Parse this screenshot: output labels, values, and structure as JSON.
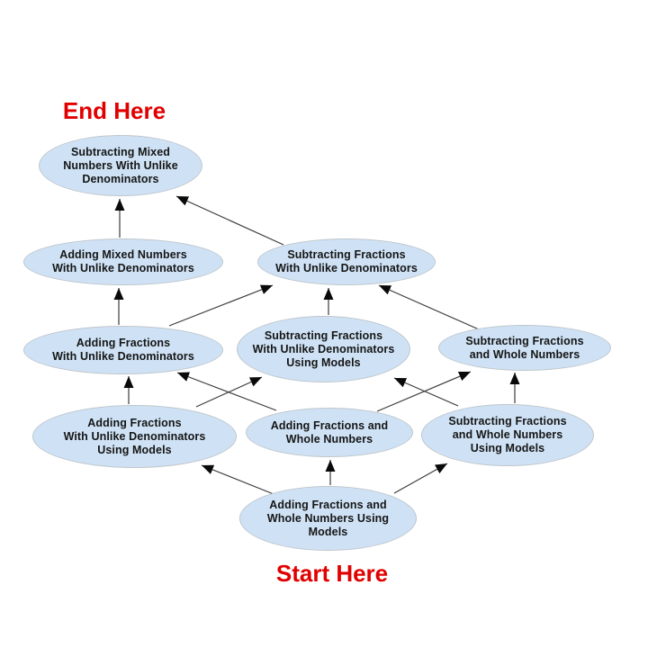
{
  "diagram": {
    "title_implicit": "Fractions skills learning progression",
    "end_label": "End Here",
    "start_label": "Start Here",
    "accent_color": "#e10000",
    "node_fill_color": "#cfe2f5",
    "node_border_color": "#bfc6cc",
    "edge_color": "#3c3c3c",
    "background_color": "#ffffff",
    "nodes": [
      {
        "id": "subtracting-mixed-numbers",
        "label": "Subtracting Mixed\nNumbers With Unlike\nDenominators"
      },
      {
        "id": "adding-mixed-numbers",
        "label": "Adding Mixed Numbers\nWith Unlike Denominators"
      },
      {
        "id": "subtracting-fractions",
        "label": "Subtracting Fractions\nWith Unlike Denominators"
      },
      {
        "id": "adding-fractions",
        "label": "Adding Fractions\nWith Unlike Denominators"
      },
      {
        "id": "subtracting-fractions-using-models",
        "label": "Subtracting Fractions\nWith Unlike Denominators\nUsing Models"
      },
      {
        "id": "subtracting-fractions-and-whole-numbers",
        "label": "Subtracting Fractions\nand Whole Numbers"
      },
      {
        "id": "adding-fractions-using-models",
        "label": "Adding Fractions\nWith Unlike Denominators\nUsing Models"
      },
      {
        "id": "adding-fractions-and-whole-numbers",
        "label": "Adding Fractions and\nWhole Numbers"
      },
      {
        "id": "subtracting-fractions-and-whole-numbers-using-models",
        "label": "Subtracting Fractions\nand Whole Numbers\nUsing Models"
      },
      {
        "id": "adding-fractions-and-whole-numbers-using-models",
        "label": "Adding Fractions and\nWhole Numbers Using\nModels"
      }
    ],
    "edges": [
      {
        "from": "adding-mixed-numbers",
        "to": "subtracting-mixed-numbers"
      },
      {
        "from": "subtracting-fractions",
        "to": "subtracting-mixed-numbers"
      },
      {
        "from": "adding-fractions",
        "to": "adding-mixed-numbers"
      },
      {
        "from": "adding-fractions",
        "to": "subtracting-fractions"
      },
      {
        "from": "subtracting-fractions-using-models",
        "to": "subtracting-fractions"
      },
      {
        "from": "subtracting-fractions-and-whole-numbers",
        "to": "subtracting-fractions"
      },
      {
        "from": "adding-fractions-using-models",
        "to": "adding-fractions"
      },
      {
        "from": "adding-fractions-and-whole-numbers",
        "to": "adding-fractions"
      },
      {
        "from": "adding-fractions-using-models",
        "to": "subtracting-fractions-using-models"
      },
      {
        "from": "adding-fractions-and-whole-numbers",
        "to": "subtracting-fractions-and-whole-numbers"
      },
      {
        "from": "subtracting-fractions-and-whole-numbers-using-models",
        "to": "subtracting-fractions-using-models"
      },
      {
        "from": "subtracting-fractions-and-whole-numbers-using-models",
        "to": "subtracting-fractions-and-whole-numbers"
      },
      {
        "from": "adding-fractions-and-whole-numbers-using-models",
        "to": "adding-fractions-using-models"
      },
      {
        "from": "adding-fractions-and-whole-numbers-using-models",
        "to": "adding-fractions-and-whole-numbers"
      },
      {
        "from": "adding-fractions-and-whole-numbers-using-models",
        "to": "subtracting-fractions-and-whole-numbers-using-models"
      }
    ]
  }
}
